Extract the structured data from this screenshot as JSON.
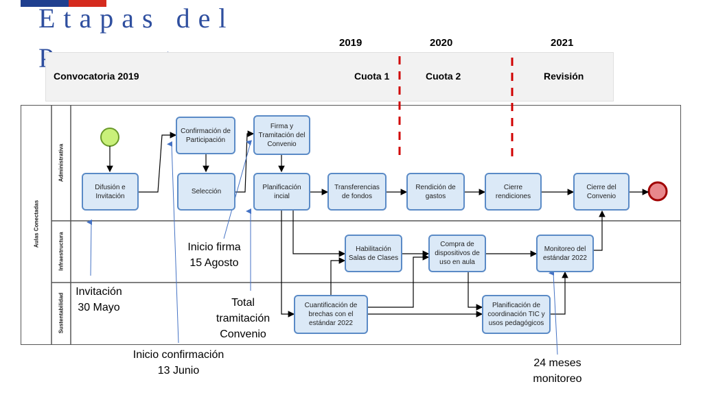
{
  "title": "Etapas del\nProyecto",
  "timeline": {
    "years": [
      "2019",
      "2020",
      "2021"
    ],
    "band_labels": [
      "Convocatoria 2019",
      "Cuota 1",
      "Cuota 2",
      "Revisión"
    ]
  },
  "pool_label": "Aulas Conectadas",
  "lanes": [
    "Administrativa",
    "Infraestructura",
    "Sustentabilidad"
  ],
  "tasks": {
    "difusion": "Difusión e Invitación",
    "confirmacion": "Confirmación de Participación",
    "seleccion": "Selección",
    "firma": "Firma y Tramitación del Convenio",
    "planificacion": "Planificación incial",
    "transferencias": "Transferencias de fondos",
    "rendicion": "Rendición de gastos",
    "cierre_rend": "Cierre rendiciones",
    "cierre_conv": "Cierre del Convenio",
    "habilitacion": "Habilitación Salas de Clases",
    "compra": "Compra de dispositivos de uso en aula",
    "monitoreo": "Monitoreo del estándar 2022",
    "cuantificacion": "Cuantificación de brechas con el estándar 2022",
    "planif_coord": "Planificación de coordinación TIC y usos pedagógicos"
  },
  "annotations": {
    "invitacion": "Invitación\n30 Mayo",
    "inicio_confirmacion": "Inicio confirmación\n13 Junio",
    "inicio_firma": "Inicio firma\n15 Agosto",
    "total_tramitacion": "Total\ntramitación\nConvenio",
    "meses": "24 meses\nmonitoreo"
  },
  "colors": {
    "task_fill": "#dbe9f7",
    "task_border": "#5a8ac6",
    "start_event": "#c9f07a",
    "end_event": "#e8888c",
    "divider": "#d00000",
    "title": "#2f4f9f"
  }
}
